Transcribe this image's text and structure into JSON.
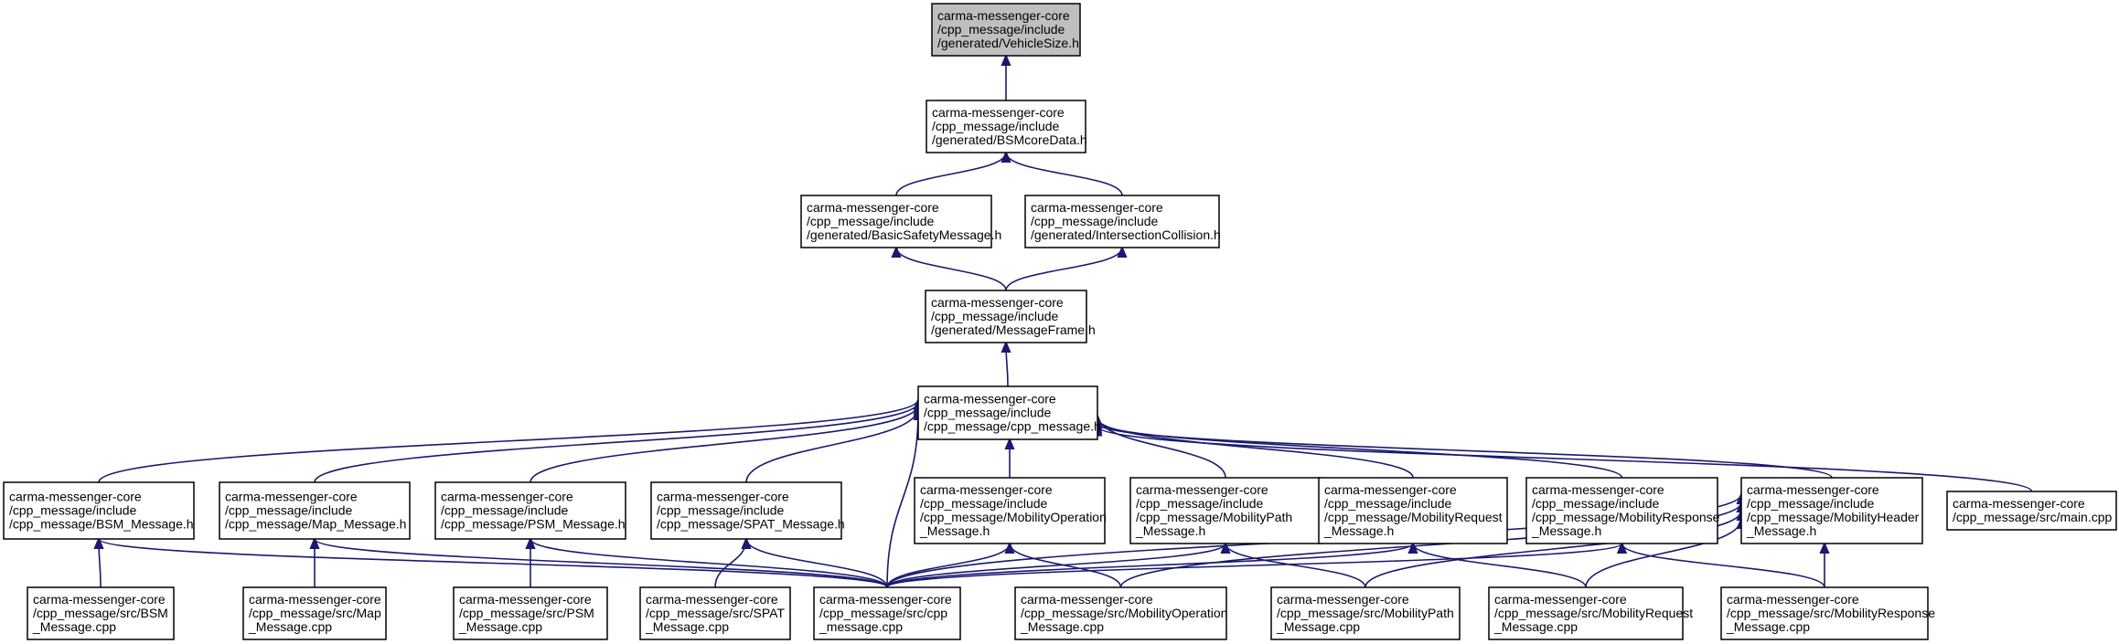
{
  "colors": {
    "edge": "#191970",
    "highlight": "#bfbfbf",
    "box_border": "#000000"
  },
  "nodes": [
    {
      "id": "vehiclesize",
      "lines": [
        "carma-messenger-core",
        "/cpp_message/include",
        "/generated/VehicleSize.h"
      ],
      "highlight": true
    },
    {
      "id": "bsmcoredata",
      "lines": [
        "carma-messenger-core",
        "/cpp_message/include",
        "/generated/BSMcoreData.h"
      ]
    },
    {
      "id": "basicsafety",
      "lines": [
        "carma-messenger-core",
        "/cpp_message/include",
        "/generated/BasicSafetyMessage.h"
      ]
    },
    {
      "id": "intersection",
      "lines": [
        "carma-messenger-core",
        "/cpp_message/include",
        "/generated/IntersectionCollision.h"
      ]
    },
    {
      "id": "messageframe",
      "lines": [
        "carma-messenger-core",
        "/cpp_message/include",
        "/generated/MessageFrame.h"
      ]
    },
    {
      "id": "cppmessage_h",
      "lines": [
        "carma-messenger-core",
        "/cpp_message/include",
        "/cpp_message/cpp_message.h"
      ]
    },
    {
      "id": "bsm_h",
      "lines": [
        "carma-messenger-core",
        "/cpp_message/include",
        "/cpp_message/BSM_Message.h"
      ]
    },
    {
      "id": "map_h",
      "lines": [
        "carma-messenger-core",
        "/cpp_message/include",
        "/cpp_message/Map_Message.h"
      ]
    },
    {
      "id": "psm_h",
      "lines": [
        "carma-messenger-core",
        "/cpp_message/include",
        "/cpp_message/PSM_Message.h"
      ]
    },
    {
      "id": "spat_h",
      "lines": [
        "carma-messenger-core",
        "/cpp_message/include",
        "/cpp_message/SPAT_Message.h"
      ]
    },
    {
      "id": "mobop_h",
      "lines": [
        "carma-messenger-core",
        "/cpp_message/include",
        "/cpp_message/MobilityOperation",
        "_Message.h"
      ]
    },
    {
      "id": "mobpath_h",
      "lines": [
        "carma-messenger-core",
        "/cpp_message/include",
        "/cpp_message/MobilityPath",
        "_Message.h"
      ]
    },
    {
      "id": "mobreq_h",
      "lines": [
        "carma-messenger-core",
        "/cpp_message/include",
        "/cpp_message/MobilityRequest",
        "_Message.h"
      ]
    },
    {
      "id": "mobresp_h",
      "lines": [
        "carma-messenger-core",
        "/cpp_message/include",
        "/cpp_message/MobilityResponse",
        "_Message.h"
      ]
    },
    {
      "id": "mobhdr_h",
      "lines": [
        "carma-messenger-core",
        "/cpp_message/include",
        "/cpp_message/MobilityHeader",
        "_Message.h"
      ]
    },
    {
      "id": "main_cpp",
      "lines": [
        "carma-messenger-core",
        "/cpp_message/src/main.cpp"
      ]
    },
    {
      "id": "bsm_cpp",
      "lines": [
        "carma-messenger-core",
        "/cpp_message/src/BSM",
        "_Message.cpp"
      ]
    },
    {
      "id": "map_cpp",
      "lines": [
        "carma-messenger-core",
        "/cpp_message/src/Map",
        "_Message.cpp"
      ]
    },
    {
      "id": "psm_cpp",
      "lines": [
        "carma-messenger-core",
        "/cpp_message/src/PSM",
        "_Message.cpp"
      ]
    },
    {
      "id": "spat_cpp",
      "lines": [
        "carma-messenger-core",
        "/cpp_message/src/SPAT",
        "_Message.cpp"
      ]
    },
    {
      "id": "cpp_cpp",
      "lines": [
        "carma-messenger-core",
        "/cpp_message/src/cpp",
        "_message.cpp"
      ]
    },
    {
      "id": "mobop_cpp",
      "lines": [
        "carma-messenger-core",
        "/cpp_message/src/MobilityOperation",
        "_Message.cpp"
      ]
    },
    {
      "id": "mobpath_cpp",
      "lines": [
        "carma-messenger-core",
        "/cpp_message/src/MobilityPath",
        "_Message.cpp"
      ]
    },
    {
      "id": "mobreq_cpp",
      "lines": [
        "carma-messenger-core",
        "/cpp_message/src/MobilityRequest",
        "_Message.cpp"
      ]
    },
    {
      "id": "mobresp_cpp",
      "lines": [
        "carma-messenger-core",
        "/cpp_message/src/MobilityResponse",
        "_Message.cpp"
      ]
    }
  ],
  "edges": [
    [
      "bsmcoredata",
      "vehiclesize"
    ],
    [
      "basicsafety",
      "bsmcoredata"
    ],
    [
      "intersection",
      "bsmcoredata"
    ],
    [
      "messageframe",
      "basicsafety"
    ],
    [
      "messageframe",
      "intersection"
    ],
    [
      "cppmessage_h",
      "messageframe"
    ],
    [
      "bsm_h",
      "cppmessage_h"
    ],
    [
      "map_h",
      "cppmessage_h"
    ],
    [
      "psm_h",
      "cppmessage_h"
    ],
    [
      "spat_h",
      "cppmessage_h"
    ],
    [
      "cpp_cpp",
      "cppmessage_h"
    ],
    [
      "mobop_h",
      "cppmessage_h"
    ],
    [
      "mobpath_h",
      "cppmessage_h"
    ],
    [
      "mobreq_h",
      "cppmessage_h"
    ],
    [
      "mobresp_h",
      "cppmessage_h"
    ],
    [
      "mobhdr_h",
      "cppmessage_h"
    ],
    [
      "main_cpp",
      "cppmessage_h"
    ],
    [
      "bsm_cpp",
      "bsm_h"
    ],
    [
      "cpp_cpp",
      "bsm_h"
    ],
    [
      "map_cpp",
      "map_h"
    ],
    [
      "cpp_cpp",
      "map_h"
    ],
    [
      "psm_cpp",
      "psm_h"
    ],
    [
      "cpp_cpp",
      "psm_h"
    ],
    [
      "spat_cpp",
      "spat_h"
    ],
    [
      "cpp_cpp",
      "spat_h"
    ],
    [
      "cpp_cpp",
      "mobop_h"
    ],
    [
      "mobop_cpp",
      "mobop_h"
    ],
    [
      "cpp_cpp",
      "mobpath_h"
    ],
    [
      "mobpath_cpp",
      "mobpath_h"
    ],
    [
      "cpp_cpp",
      "mobreq_h"
    ],
    [
      "mobreq_cpp",
      "mobreq_h"
    ],
    [
      "cpp_cpp",
      "mobresp_h"
    ],
    [
      "mobresp_cpp",
      "mobresp_h"
    ],
    [
      "cpp_cpp",
      "mobhdr_h"
    ],
    [
      "mobop_cpp",
      "mobhdr_h"
    ],
    [
      "mobpath_cpp",
      "mobhdr_h"
    ],
    [
      "mobreq_cpp",
      "mobhdr_h"
    ],
    [
      "mobresp_cpp",
      "mobhdr_h"
    ]
  ]
}
